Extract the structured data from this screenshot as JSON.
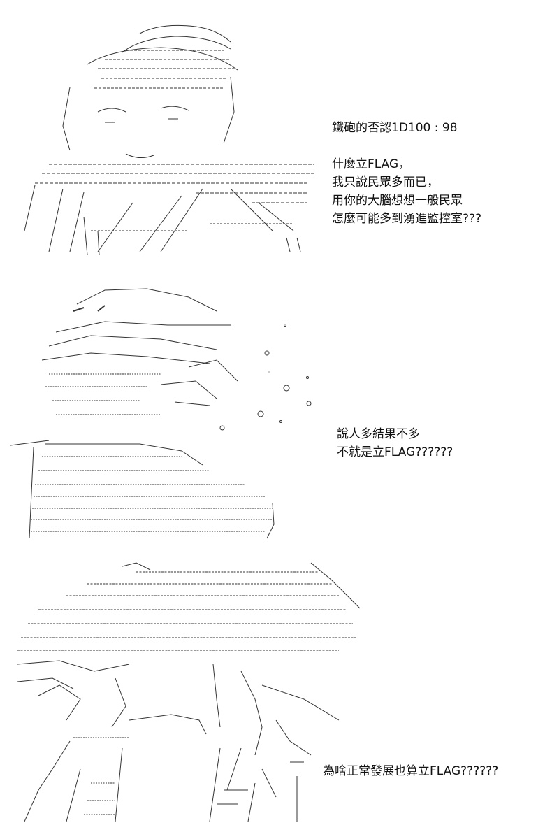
{
  "panels": [
    {
      "art": "ascii-art-character-closeup",
      "caption": {
        "roll": "鐵砲的否認1D100 : 98",
        "lines": [
          "什麼立FLAG，",
          "我只說民眾多而已，",
          "用你的大腦想想一般民眾",
          "怎麼可能多到湧進監控室???"
        ]
      }
    },
    {
      "art": "ascii-art-reclining-figure",
      "caption": {
        "lines": [
          "說人多結果不多",
          "不就是立FLAG??????"
        ]
      }
    },
    {
      "art": "ascii-art-crouching-figure",
      "caption": {
        "lines": [
          "為啥正常發展也算立FLAG??????"
        ]
      }
    }
  ],
  "colors": {
    "background": "#ffffff",
    "ink": "#111111",
    "art_ink": "#333333"
  }
}
